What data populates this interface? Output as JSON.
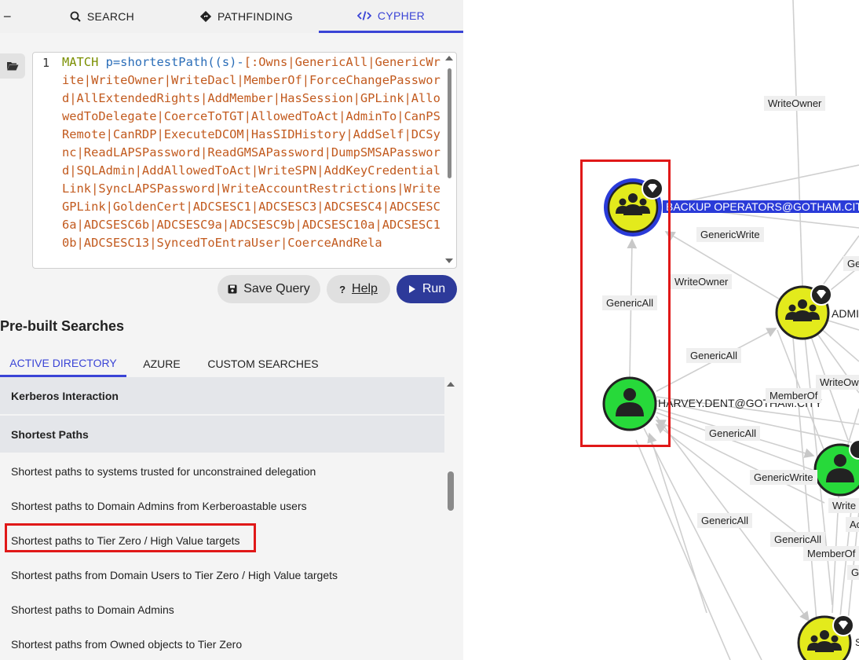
{
  "tabs": {
    "collapse": "−",
    "search": "SEARCH",
    "pathfinding": "PATHFINDING",
    "cypher": "CYPHER"
  },
  "editor": {
    "line_number": "1",
    "query_keyword": "MATCH",
    "query_var": "p",
    "query_func": "=shortestPath((s)-",
    "query_rels": "[:Owns|GenericAll|GenericWrite|WriteOwner|WriteDacl|MemberOf|ForceChangePassword|AllExtendedRights|AddMember|HasSession|GPLink|AllowedToDelegate|CoerceToTGT|AllowedToAct|AdminTo|CanPSRemote|CanRDP|ExecuteDCOM|HasSIDHistory|AddSelf|DCSync|ReadLAPSPassword|ReadGMSAPassword|DumpSMSAPassword|SQLAdmin|AddAllowedToAct|WriteSPN|AddKeyCredentialLink|SyncLAPSPassword|WriteAccountRestrictions|WriteGPLink|GoldenCert|ADCSESC1|ADCSESC3|ADCSESC4|ADCSESC6a|ADCSESC6b|ADCSESC9a|ADCSESC9b|ADCSESC10a|ADCSESC10b|ADCSESC13|SyncedToEntraUser|CoerceAndRela"
  },
  "buttons": {
    "save": "Save Query",
    "help": "Help",
    "run": "Run"
  },
  "prebuilt": {
    "title": "Pre-built Searches",
    "tabs": [
      "ACTIVE DIRECTORY",
      "AZURE",
      "CUSTOM SEARCHES"
    ],
    "groups": [
      "Kerberos Interaction",
      "Shortest Paths"
    ],
    "items": [
      "Shortest paths to systems trusted for unconstrained delegation",
      "Shortest paths to Domain Admins from Kerberoastable users",
      "Shortest paths to Tier Zero / High Value targets",
      "Shortest paths from Domain Users to Tier Zero / High Value targets",
      "Shortest paths to Domain Admins",
      "Shortest paths from Owned objects to Tier Zero"
    ]
  },
  "graph": {
    "nodes": {
      "backup_operators": "BACKUP OPERATORS@GOTHAM.CITY",
      "harvey_dent": "HARVEY.DENT@GOTHAM.CITY",
      "admin_partial": "ADMI"
    },
    "edge_labels": {
      "writeowner_top": "WriteOwner",
      "genericwrite_1": "GenericWrite",
      "writeowner_2": "WriteOwner",
      "genericall_vertical": "GenericAll",
      "genericall_2": "GenericAll",
      "memberof_1": "MemberOf",
      "genericall_3": "GenericAll",
      "genericwrite_2": "GenericWrite",
      "genericall_4": "GenericAll",
      "genericall_5": "GenericAll",
      "memberof_2": "MemberOf",
      "ge_partial": "Ge",
      "writeow_partial": "WriteOw",
      "write_partial": "Write",
      "ac_partial": "Ac",
      "g_partial": "G",
      "s_partial": "S"
    },
    "colors": {
      "group_node": "#e3ea1c",
      "user_node": "#27d93a",
      "selected_ring": "#2a3bd8",
      "highlight": "#e01818",
      "accent": "#3a44d6"
    }
  }
}
